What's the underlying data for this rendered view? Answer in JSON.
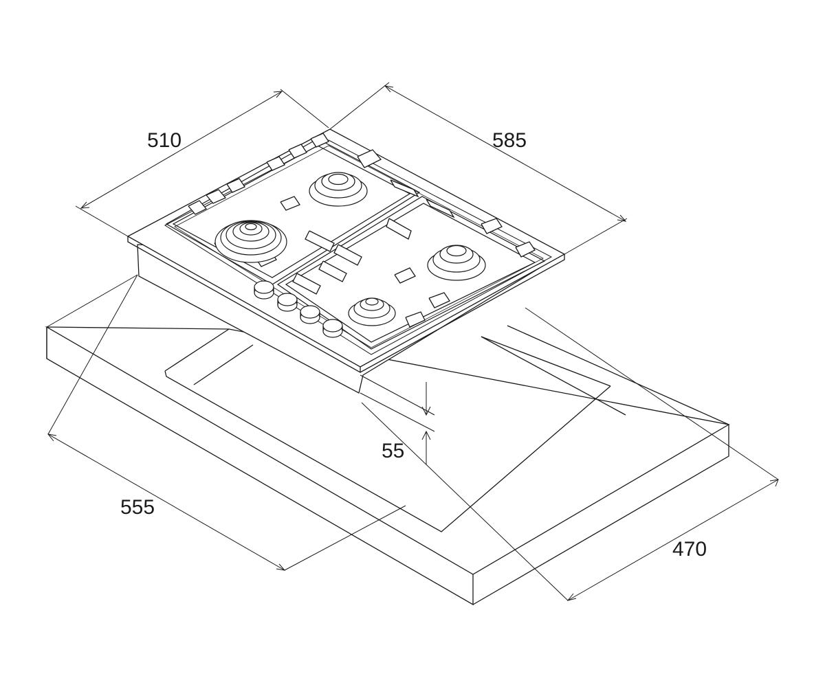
{
  "dimensions": {
    "hob_depth": "510",
    "hob_width": "585",
    "hob_height": "55",
    "cutout_width": "555",
    "cutout_depth": "470"
  },
  "colors": {
    "line": "#1a1a1a",
    "background": "#ffffff"
  }
}
